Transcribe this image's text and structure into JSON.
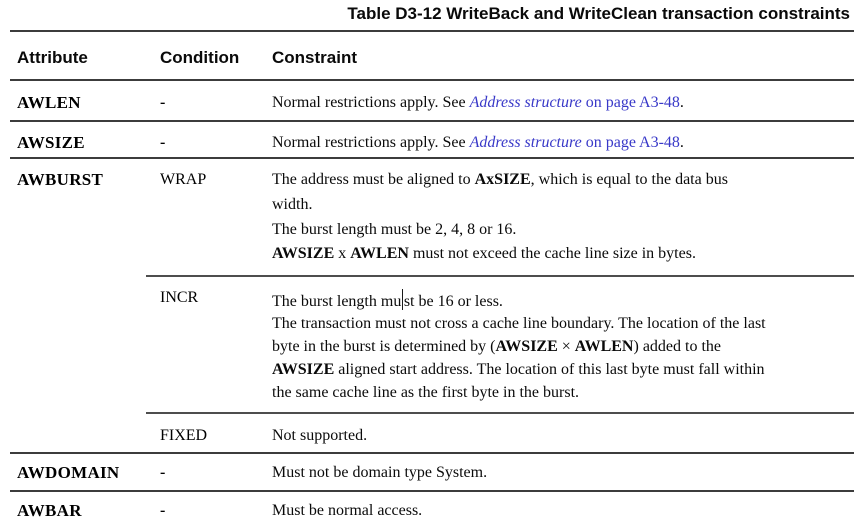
{
  "title": "Table D3-12 WriteBack and WriteClean transaction constraints",
  "columns": {
    "attribute": "Attribute",
    "condition": "Condition",
    "constraint": "Constraint"
  },
  "colors": {
    "link_blue": "#3838c8",
    "rule_gray": "#3c3c3c",
    "text": "#0a0a0a",
    "background": "#ffffff"
  },
  "rows": [
    {
      "attribute": "AWLEN",
      "condition": "-",
      "lines": [
        [
          {
            "t": "Normal restrictions apply. See "
          },
          {
            "t": "Address structure"
          },
          {
            "t": " on page A3-48"
          },
          {
            "t": "."
          }
        ]
      ]
    },
    {
      "attribute": "AWSIZE",
      "condition": "-",
      "lines": [
        [
          {
            "t": "Normal restrictions apply. See "
          },
          {
            "t": "Address structure"
          },
          {
            "t": " on page A3-48"
          },
          {
            "t": "."
          }
        ]
      ]
    },
    {
      "attribute": "AWBURST",
      "condition": "WRAP",
      "lines": [
        [
          {
            "t": "The address must be aligned to "
          },
          {
            "t": "AxSIZE"
          },
          {
            "t": ", which is equal to the data bus"
          }
        ],
        [
          {
            "t": "width."
          }
        ],
        [
          {
            "t": "The burst length must be 2, 4, 8 or 16."
          }
        ],
        [
          {
            "t": "AWSIZE"
          },
          {
            "t": " x "
          },
          {
            "t": "AWLEN"
          },
          {
            "t": " must not exceed the cache line size in bytes."
          }
        ]
      ]
    },
    {
      "attribute": "",
      "condition": "INCR",
      "lines": [
        [
          {
            "t": "The burst length mu"
          },
          {
            "t": "st be 16 or less."
          }
        ],
        [
          {
            "t": "The transaction must not cross a cache line boundary. The location of the last"
          }
        ],
        [
          {
            "t": "byte in the burst is determined by ("
          },
          {
            "t": "AWSIZE"
          },
          {
            "t": " × "
          },
          {
            "t": "AWLEN"
          },
          {
            "t": ") added to the"
          }
        ],
        [
          {
            "t": "AWSIZE"
          },
          {
            "t": " aligned start address. The location of this last byte must fall within"
          }
        ],
        [
          {
            "t": "the same cache line as the first byte in the burst."
          }
        ]
      ]
    },
    {
      "attribute": "",
      "condition": "FIXED",
      "lines": [
        [
          {
            "t": "Not supported."
          }
        ]
      ]
    },
    {
      "attribute": "AWDOMAIN",
      "condition": "-",
      "lines": [
        [
          {
            "t": "Must not be domain type System."
          }
        ]
      ]
    },
    {
      "attribute": "AWBAR",
      "condition": "-",
      "lines": [
        [
          {
            "t": "Must be normal access."
          }
        ]
      ]
    }
  ]
}
